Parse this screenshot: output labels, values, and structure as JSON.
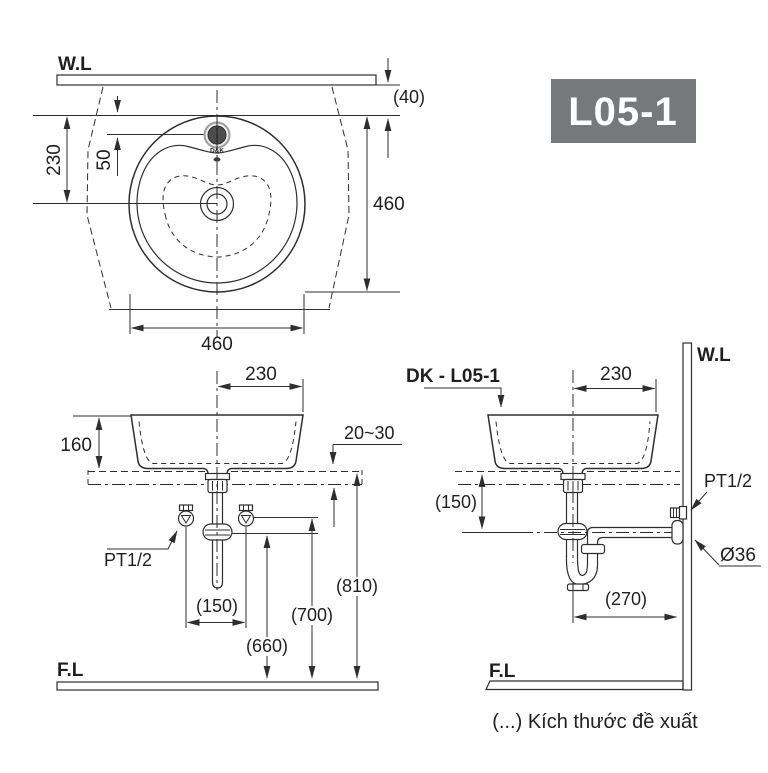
{
  "badge": {
    "model": "L05-1"
  },
  "brand": {
    "logo": "D&K"
  },
  "caption": {
    "note": "(...) Kích thước đề xuất"
  },
  "top_view": {
    "wall_label": "W.L",
    "dim_wall_gap": "(40)",
    "dim_rear_to_drain": "230",
    "dim_rim_to_faucet": "50",
    "dim_depth": "460",
    "dim_width": "460"
  },
  "front_view": {
    "dim_basin_height": "160",
    "dim_half_width": "230",
    "dim_counter_thickness": "20~30",
    "supply_label": "PT1/2",
    "dim_valve_spacing": "(150)",
    "dim_drain_outlet_height": "(660)",
    "dim_valve_height": "(700)",
    "dim_counter_height": "(810)",
    "floor_label": "F.L"
  },
  "side_view": {
    "model_callout": "DK - L05-1",
    "dim_half_width": "230",
    "wall_label": "W.L",
    "dim_counter_to_trap": "(150)",
    "supply_label": "PT1/2",
    "pipe_diameter": "Ø36",
    "dim_trap_to_wall": "(270)",
    "floor_label": "F.L"
  },
  "colors": {
    "line": "#2e2e2e",
    "badge_bg": "#77787a",
    "badge_text": "#ffffff",
    "faucet_fill": "#4d4d4d"
  }
}
